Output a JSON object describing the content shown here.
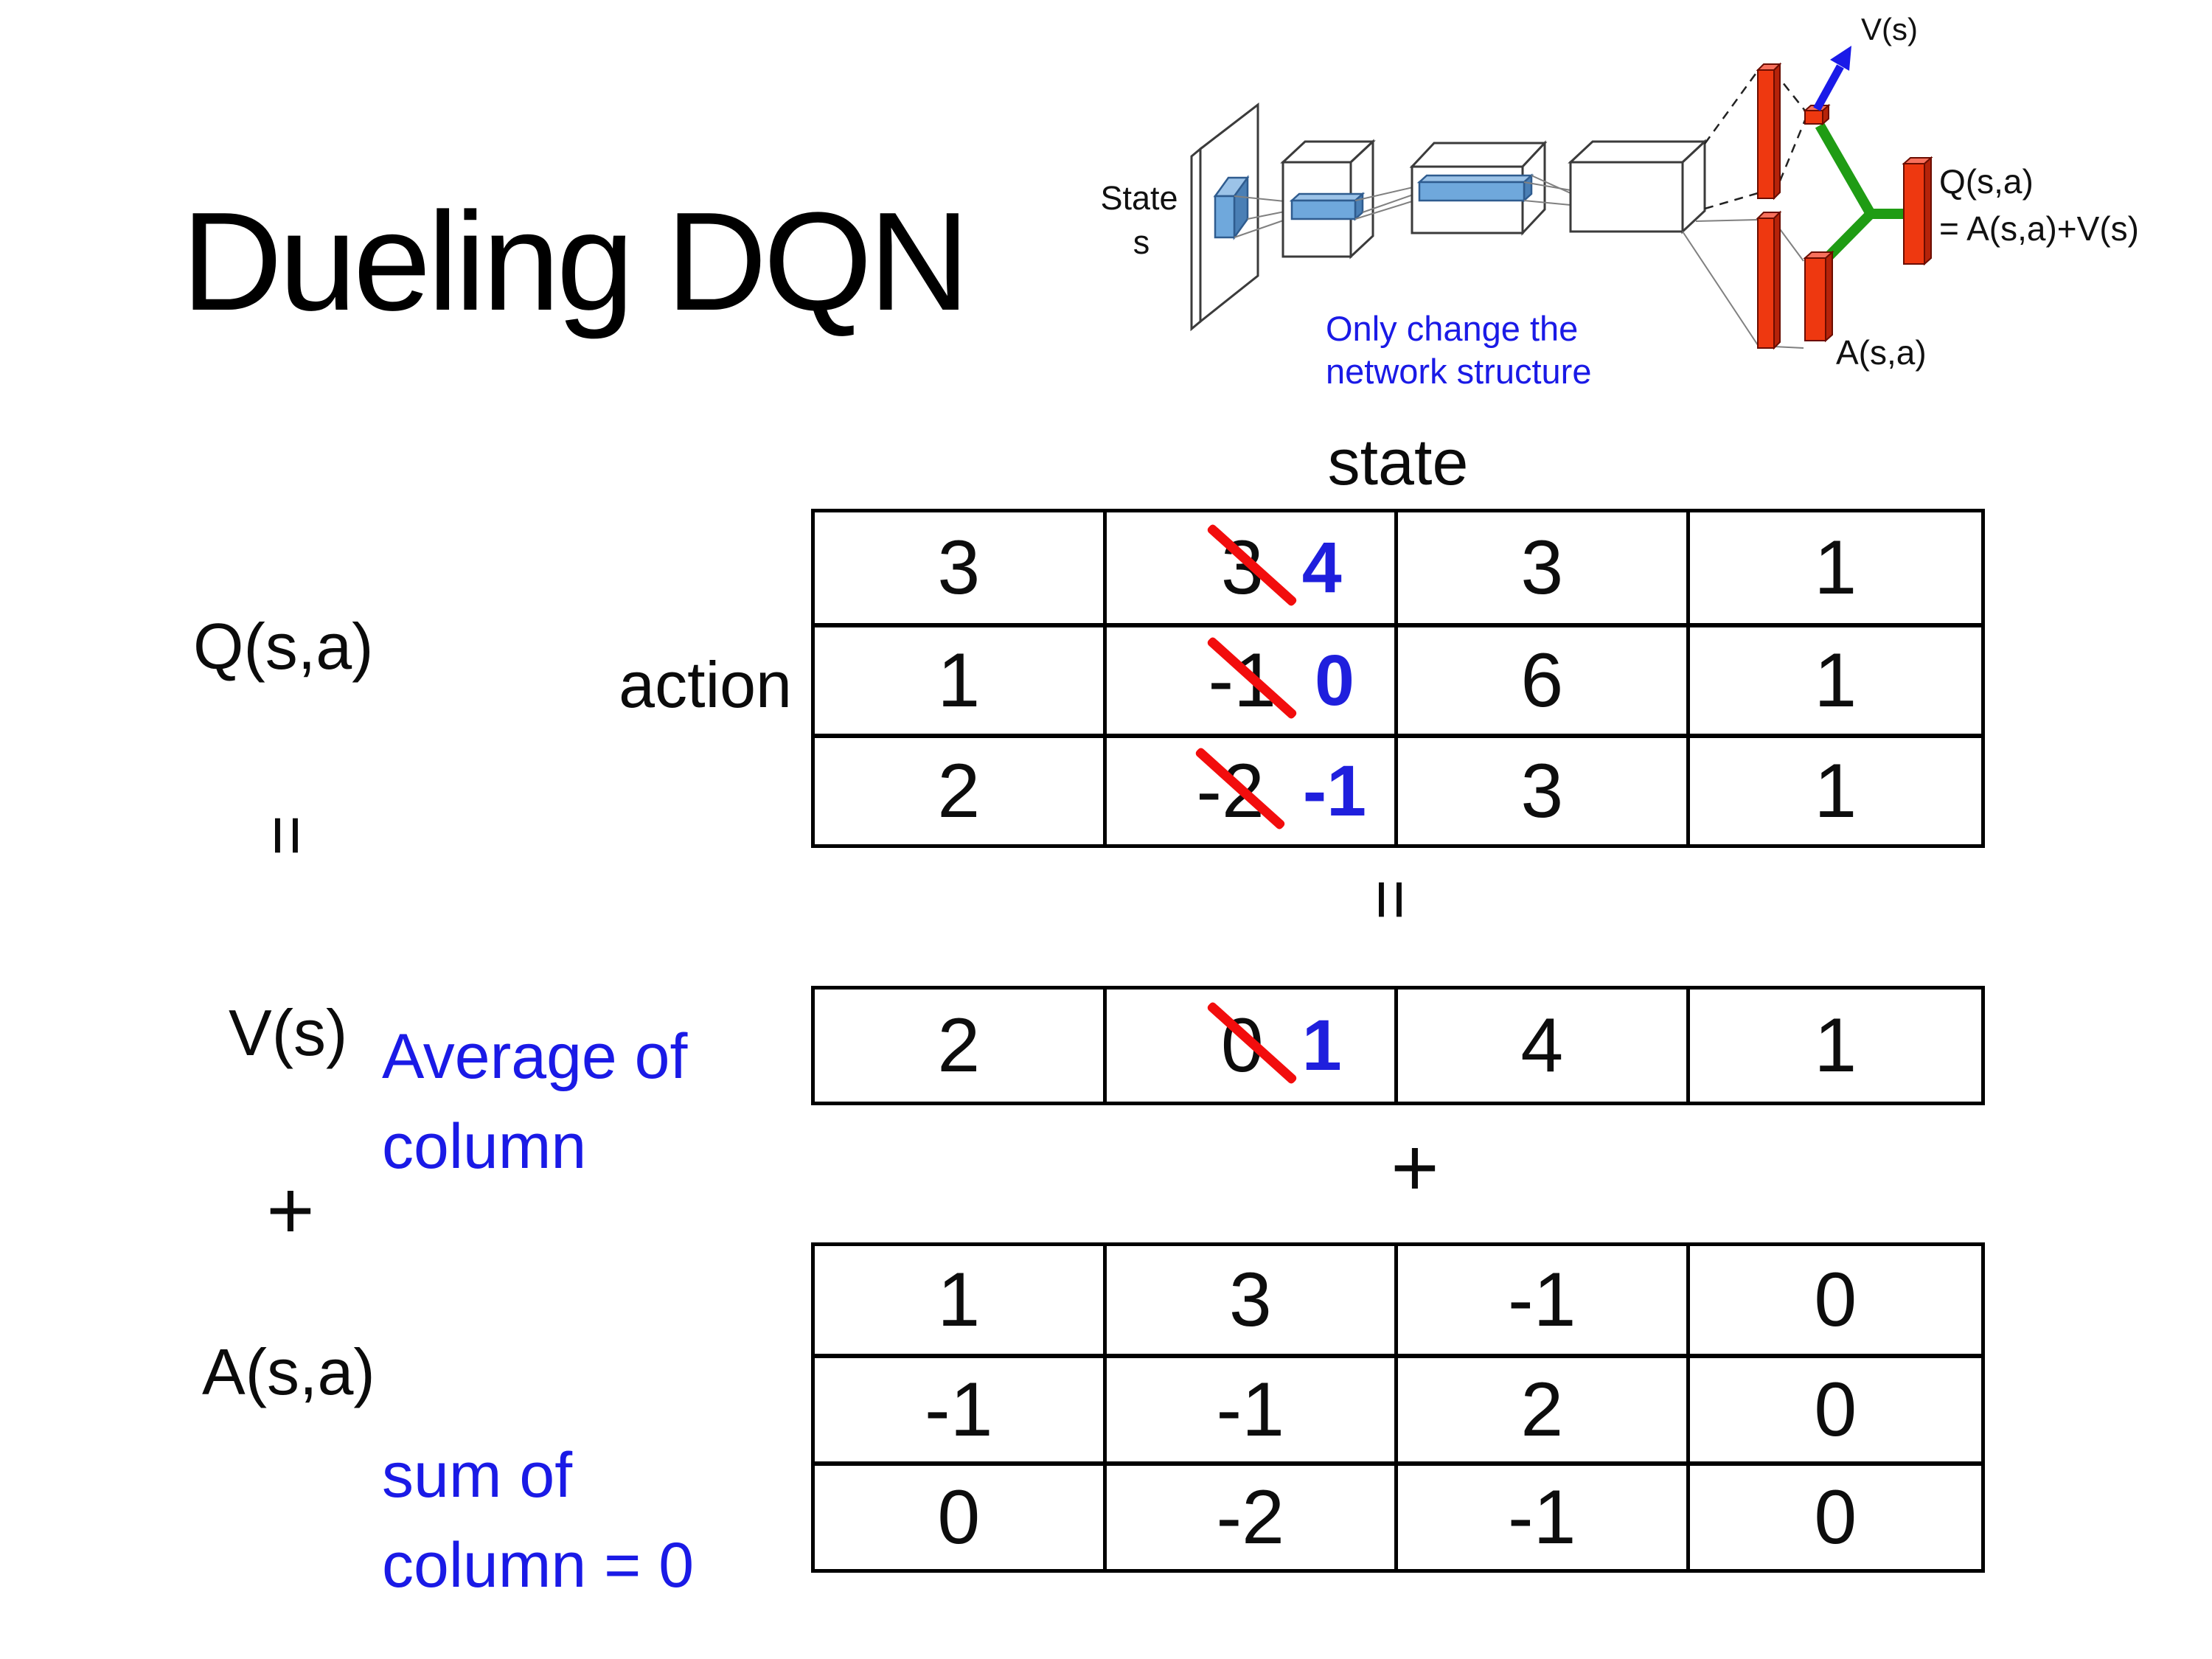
{
  "title": "Dueling DQN",
  "colors": {
    "annotation_blue": "#1a1ae6",
    "new_value_blue": "#1f1fdd",
    "strike_red": "#f20d0d",
    "bar_red": "#ee3810",
    "link_green": "#1f9c14",
    "arrow_blue": "#1a1ae8",
    "conv_blue": "#6fa8dc"
  },
  "diagram": {
    "input_label_line1": "State",
    "input_label_line2": "s",
    "v_label": "V(s)",
    "q_label_line1": "Q(s,a)",
    "q_label_line2": "= A(s,a)+V(s)",
    "a_label": "A(s,a)",
    "note_line1": "Only change the",
    "note_line2": "network structure"
  },
  "matrix_area": {
    "col_header": "state",
    "row_header": "action",
    "q_label": "Q(s,a)",
    "v_label": "V(s)",
    "a_label": "A(s,a)",
    "equals_left": "=",
    "equals_center": "=",
    "plus_left": "+",
    "plus_center": "+",
    "v_note": "Average of\ncolumn",
    "a_note": "sum of\ncolumn = 0"
  },
  "q_table": {
    "rows": [
      [
        {
          "value": "3"
        },
        {
          "old": "3",
          "new": "4"
        },
        {
          "value": "3"
        },
        {
          "value": "1"
        }
      ],
      [
        {
          "value": "1"
        },
        {
          "old": "-1",
          "new": "0"
        },
        {
          "value": "6"
        },
        {
          "value": "1"
        }
      ],
      [
        {
          "value": "2"
        },
        {
          "old": "-2",
          "new": "-1"
        },
        {
          "value": "3"
        },
        {
          "value": "1"
        }
      ]
    ]
  },
  "v_table": {
    "rows": [
      [
        {
          "value": "2"
        },
        {
          "old": "0",
          "new": "1"
        },
        {
          "value": "4"
        },
        {
          "value": "1"
        }
      ]
    ]
  },
  "a_table": {
    "rows": [
      [
        {
          "value": "1"
        },
        {
          "value": "3"
        },
        {
          "value": "-1"
        },
        {
          "value": "0"
        }
      ],
      [
        {
          "value": "-1"
        },
        {
          "value": "-1"
        },
        {
          "value": "2"
        },
        {
          "value": "0"
        }
      ],
      [
        {
          "value": "0"
        },
        {
          "value": "-2"
        },
        {
          "value": "-1"
        },
        {
          "value": "0"
        }
      ]
    ]
  }
}
